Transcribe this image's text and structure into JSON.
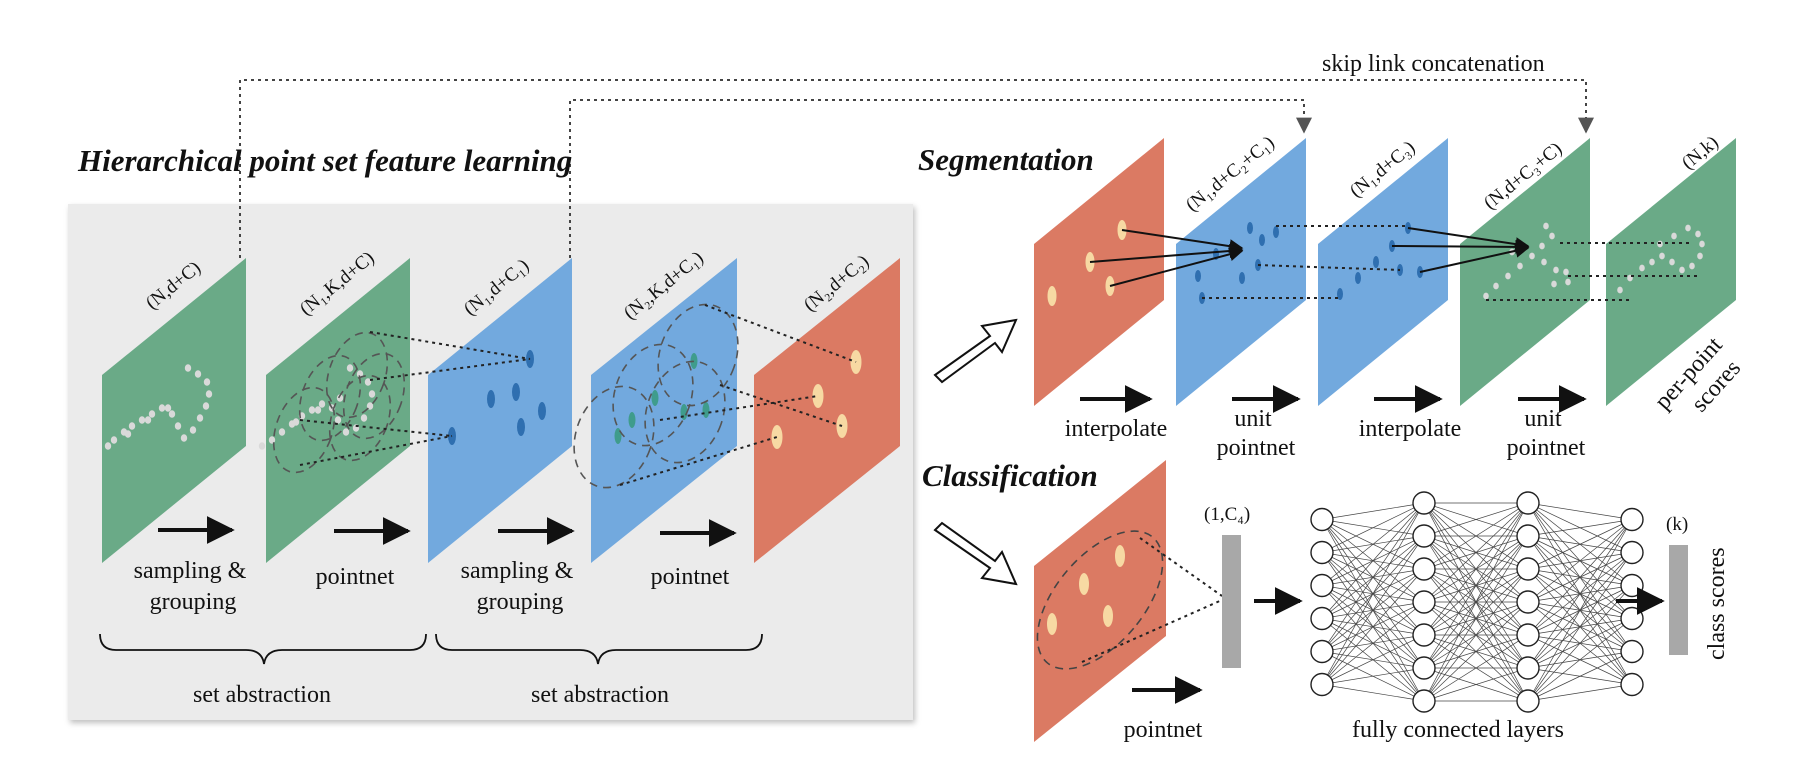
{
  "titles": {
    "hierarchical": "Hierarchical point set feature learning",
    "segmentation": "Segmentation",
    "classification": "Classification"
  },
  "skip_link": "skip link concatenation",
  "encoder": {
    "dims": [
      "(N,d+C)",
      "(N₁,K,d+C)",
      "(N₁,d+C₁)",
      "(N₂,K,d+C₁)",
      "(N₂,d+C₂)"
    ],
    "ops": [
      {
        "line1": "sampling &",
        "line2": "grouping"
      },
      {
        "line1": "pointnet",
        "line2": ""
      },
      {
        "line1": "sampling &",
        "line2": "grouping"
      },
      {
        "line1": "pointnet",
        "line2": ""
      }
    ],
    "braces": [
      "set abstraction",
      "set abstraction"
    ]
  },
  "segmentation": {
    "dims": [
      "(N₁,d+C₂+C₁)",
      "(N₁,d+C₃)",
      "(N,d+C₃+C)",
      "(N,k)"
    ],
    "ops": [
      {
        "line1": "interpolate",
        "line2": ""
      },
      {
        "line1": "unit",
        "line2": "pointnet"
      },
      {
        "line1": "interpolate",
        "line2": ""
      },
      {
        "line1": "unit",
        "line2": "pointnet"
      }
    ],
    "output_label": {
      "line1": "per-point",
      "line2": "scores"
    }
  },
  "classification": {
    "feature_dim": "(1,C₄)",
    "pointnet_label": "pointnet",
    "fc_label": "fully connected layers",
    "output_dim": "(k)",
    "output_label": "class scores",
    "fc_layers": [
      6,
      7,
      7,
      6
    ]
  },
  "colors": {
    "green": "#6aaa87",
    "blue": "#72a9de",
    "red": "#db7a63",
    "panel": "#ebebeb",
    "gray_bar": "#a8a8a8",
    "gray_dot": "#d9d9d9",
    "cream_dot": "#f7d9a3",
    "teal_dot": "#3f9c8c",
    "blue_dot": "#2f6fb0"
  }
}
